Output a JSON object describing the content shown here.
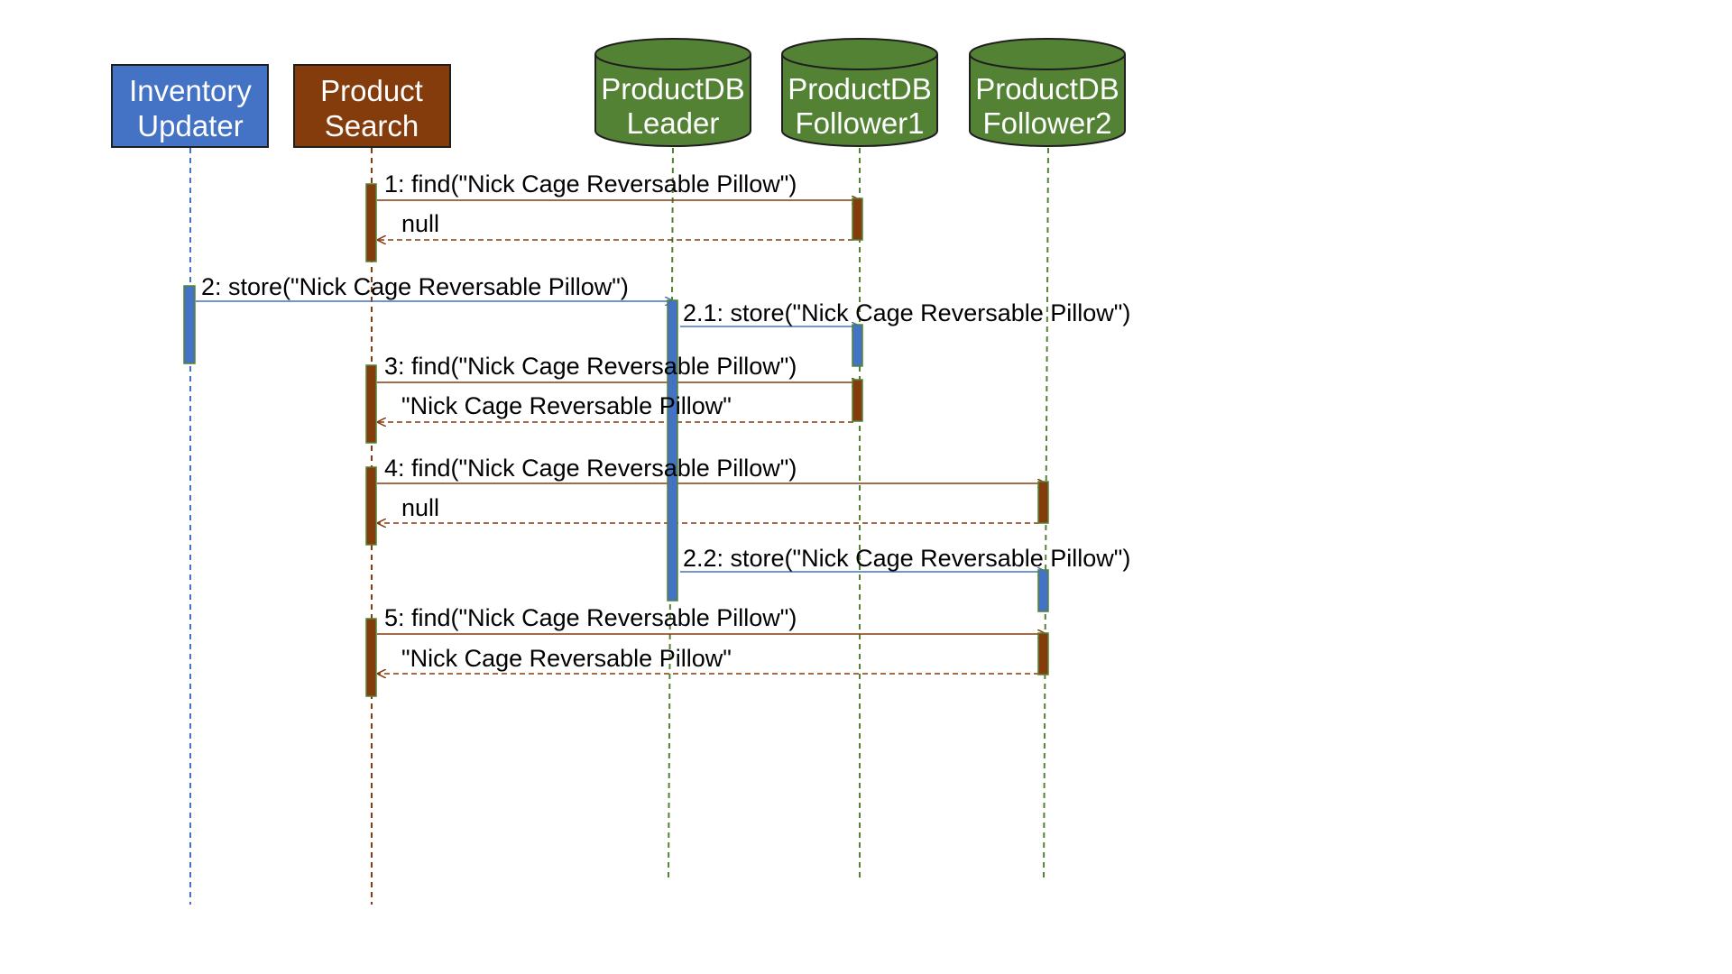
{
  "diagram": {
    "type": "uml-sequence-diagram",
    "participants": [
      {
        "id": "inventory-updater",
        "shape": "box",
        "line1": "Inventory",
        "line2": "Updater",
        "fill": "#4472C4",
        "lifeline_color": "#4472C4"
      },
      {
        "id": "product-search",
        "shape": "box",
        "line1": "Product",
        "line2": "Search",
        "fill": "#843C0C",
        "lifeline_color": "#843C0C"
      },
      {
        "id": "productdb-leader",
        "shape": "cylinder",
        "line1": "ProductDB",
        "line2": "Leader",
        "fill": "#548235",
        "lifeline_color": "#548235"
      },
      {
        "id": "productdb-follower1",
        "shape": "cylinder",
        "line1": "ProductDB",
        "line2": "Follower1",
        "fill": "#548235",
        "lifeline_color": "#548235"
      },
      {
        "id": "productdb-follower2",
        "shape": "cylinder",
        "line1": "ProductDB",
        "line2": "Follower2",
        "fill": "#548235",
        "lifeline_color": "#548235"
      }
    ],
    "messages": [
      {
        "id": "m1",
        "from": "product-search",
        "to": "productdb-follower1",
        "kind": "call",
        "label": "1: find(\"Nick Cage Reversable Pillow\")",
        "color": "#843C0C"
      },
      {
        "id": "m1r",
        "from": "productdb-follower1",
        "to": "product-search",
        "kind": "return",
        "label": "null",
        "color": "#843C0C"
      },
      {
        "id": "m2",
        "from": "inventory-updater",
        "to": "productdb-leader",
        "kind": "call",
        "label": "2: store(\"Nick Cage Reversable Pillow\")",
        "color": "#4472C4"
      },
      {
        "id": "m2-1",
        "from": "productdb-leader",
        "to": "productdb-follower1",
        "kind": "call",
        "label": "2.1: store(\"Nick Cage Reversable Pillow\")",
        "color": "#4472C4"
      },
      {
        "id": "m3",
        "from": "product-search",
        "to": "productdb-follower1",
        "kind": "call",
        "label": "3: find(\"Nick Cage Reversable Pillow\")",
        "color": "#843C0C"
      },
      {
        "id": "m3r",
        "from": "productdb-follower1",
        "to": "product-search",
        "kind": "return",
        "label": "\"Nick Cage Reversable Pillow\"",
        "color": "#843C0C"
      },
      {
        "id": "m4",
        "from": "product-search",
        "to": "productdb-follower2",
        "kind": "call",
        "label": "4: find(\"Nick Cage Reversable Pillow\")",
        "color": "#843C0C"
      },
      {
        "id": "m4r",
        "from": "productdb-follower2",
        "to": "product-search",
        "kind": "return",
        "label": "null",
        "color": "#843C0C"
      },
      {
        "id": "m2-2",
        "from": "productdb-leader",
        "to": "productdb-follower2",
        "kind": "call",
        "label": "2.2: store(\"Nick Cage Reversable Pillow\")",
        "color": "#4472C4"
      },
      {
        "id": "m5",
        "from": "product-search",
        "to": "productdb-follower2",
        "kind": "call",
        "label": "5: find(\"Nick Cage Reversable Pillow\")",
        "color": "#843C0C"
      },
      {
        "id": "m5r",
        "from": "productdb-follower2",
        "to": "product-search",
        "kind": "return",
        "label": "\"Nick Cage Reversable Pillow\"",
        "color": "#843C0C"
      }
    ],
    "activations": [
      {
        "participant": "product-search",
        "fill": "#843C0C"
      },
      {
        "participant": "productdb-follower1",
        "fill": "#843C0C"
      },
      {
        "participant": "inventory-updater",
        "fill": "#4472C4"
      },
      {
        "participant": "productdb-leader",
        "fill": "#4472C4"
      },
      {
        "participant": "productdb-follower1",
        "fill": "#4472C4"
      },
      {
        "participant": "product-search",
        "fill": "#843C0C"
      },
      {
        "participant": "productdb-follower1",
        "fill": "#843C0C"
      },
      {
        "participant": "product-search",
        "fill": "#843C0C"
      },
      {
        "participant": "productdb-follower2",
        "fill": "#843C0C"
      },
      {
        "participant": "productdb-follower2",
        "fill": "#4472C4"
      },
      {
        "participant": "product-search",
        "fill": "#843C0C"
      },
      {
        "participant": "productdb-follower2",
        "fill": "#843C0C"
      }
    ],
    "colors": {
      "box_border": "#1F1F1F",
      "cylinder_border": "#1F1F1F",
      "activation_border": "#548235"
    }
  }
}
